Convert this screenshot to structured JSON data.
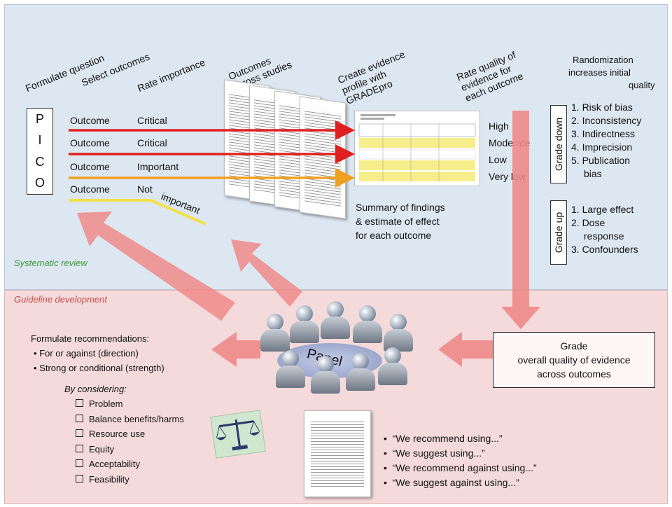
{
  "systematic_review": {
    "label": "Systematic review",
    "steps": [
      "Formulate question",
      "Select outcomes",
      "Rate importance",
      "Outcomes across studies",
      "Create evidence profile with GRADEpro",
      "Rate quality of evidence for each outcome"
    ],
    "pico": [
      "P",
      "I",
      "C",
      "O"
    ],
    "outcomes": [
      {
        "name": "Outcome",
        "importance": "Critical",
        "color": "#e02020"
      },
      {
        "name": "Outcome",
        "importance": "Critical",
        "color": "#e02020"
      },
      {
        "name": "Outcome",
        "importance": "Important",
        "color": "#f0a020"
      },
      {
        "name": "Outcome",
        "importance": "Not",
        "importance_2": "important",
        "color": "#f2e04a"
      }
    ],
    "quality_levels": [
      "High",
      "Moderate",
      "Low",
      "Very low"
    ],
    "summary": [
      "Summary of findings",
      "& estimate of effect",
      "for each outcome"
    ],
    "randomization": [
      "Randomization",
      "increases initial",
      "quality"
    ],
    "grade_down": {
      "label": "Grade down",
      "items": [
        "1. Risk of bias",
        "2. Inconsistency",
        "3. Indirectness",
        "4. Imprecision",
        "5. Publication",
        "bias"
      ]
    },
    "grade_up": {
      "label": "Grade up",
      "items": [
        "1. Large effect",
        "2. Dose",
        "response",
        "3. Confounders"
      ]
    }
  },
  "guideline_development": {
    "label": "Guideline development",
    "panel_label": "Panel",
    "formulate": {
      "title": "Formulate recommendations:",
      "bullets": [
        "• For or against (direction)",
        "• Strong or conditional (strength)"
      ]
    },
    "considering": {
      "title": "By considering:",
      "items": [
        "Problem",
        "Balance benefits/harms",
        "Resource use",
        "Equity",
        "Acceptability",
        "Feasibility"
      ]
    },
    "grade_box": [
      "Grade",
      "overall quality of evidence",
      "across outcomes"
    ],
    "wording": [
      "“We recommend using...”",
      "“We suggest using...”",
      "“We recommend against using...”",
      "“We suggest against using...”"
    ]
  },
  "colors": {
    "arrow_pink": "#f08a8a",
    "red": "#e02020",
    "orange": "#f0a020",
    "yellow": "#f2e04a"
  }
}
